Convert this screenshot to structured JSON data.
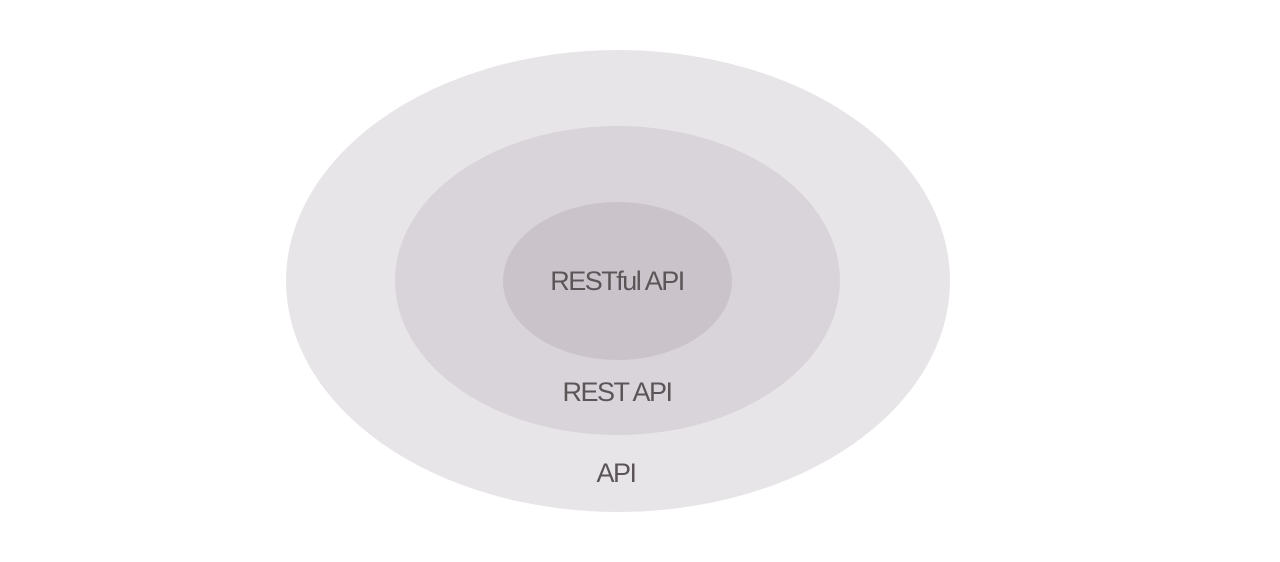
{
  "diagram": {
    "levels": [
      {
        "id": "outer",
        "label": "API",
        "color": "#e8e5e8"
      },
      {
        "id": "middle",
        "label": "REST API",
        "color": "#d9d4da"
      },
      {
        "id": "inner",
        "label": "RESTful API",
        "color": "#cbc3ca"
      }
    ]
  }
}
